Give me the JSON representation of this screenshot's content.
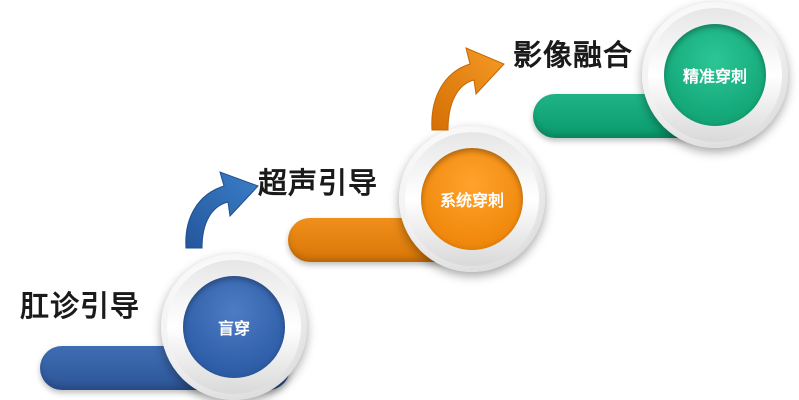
{
  "steps": [
    {
      "title": "肛诊引导",
      "badge": "盲穿",
      "color": "#2f5ea8"
    },
    {
      "title": "超声引导",
      "badge": "系统穿刺",
      "color": "#f0890d"
    },
    {
      "title": "影像融合",
      "badge": "精准穿刺",
      "color": "#14a778"
    }
  ],
  "arrows": [
    {
      "icon": "curved-up-arrow-icon",
      "color": "#2f6db5"
    },
    {
      "icon": "curved-up-arrow-icon",
      "color": "#e47d0a"
    }
  ]
}
